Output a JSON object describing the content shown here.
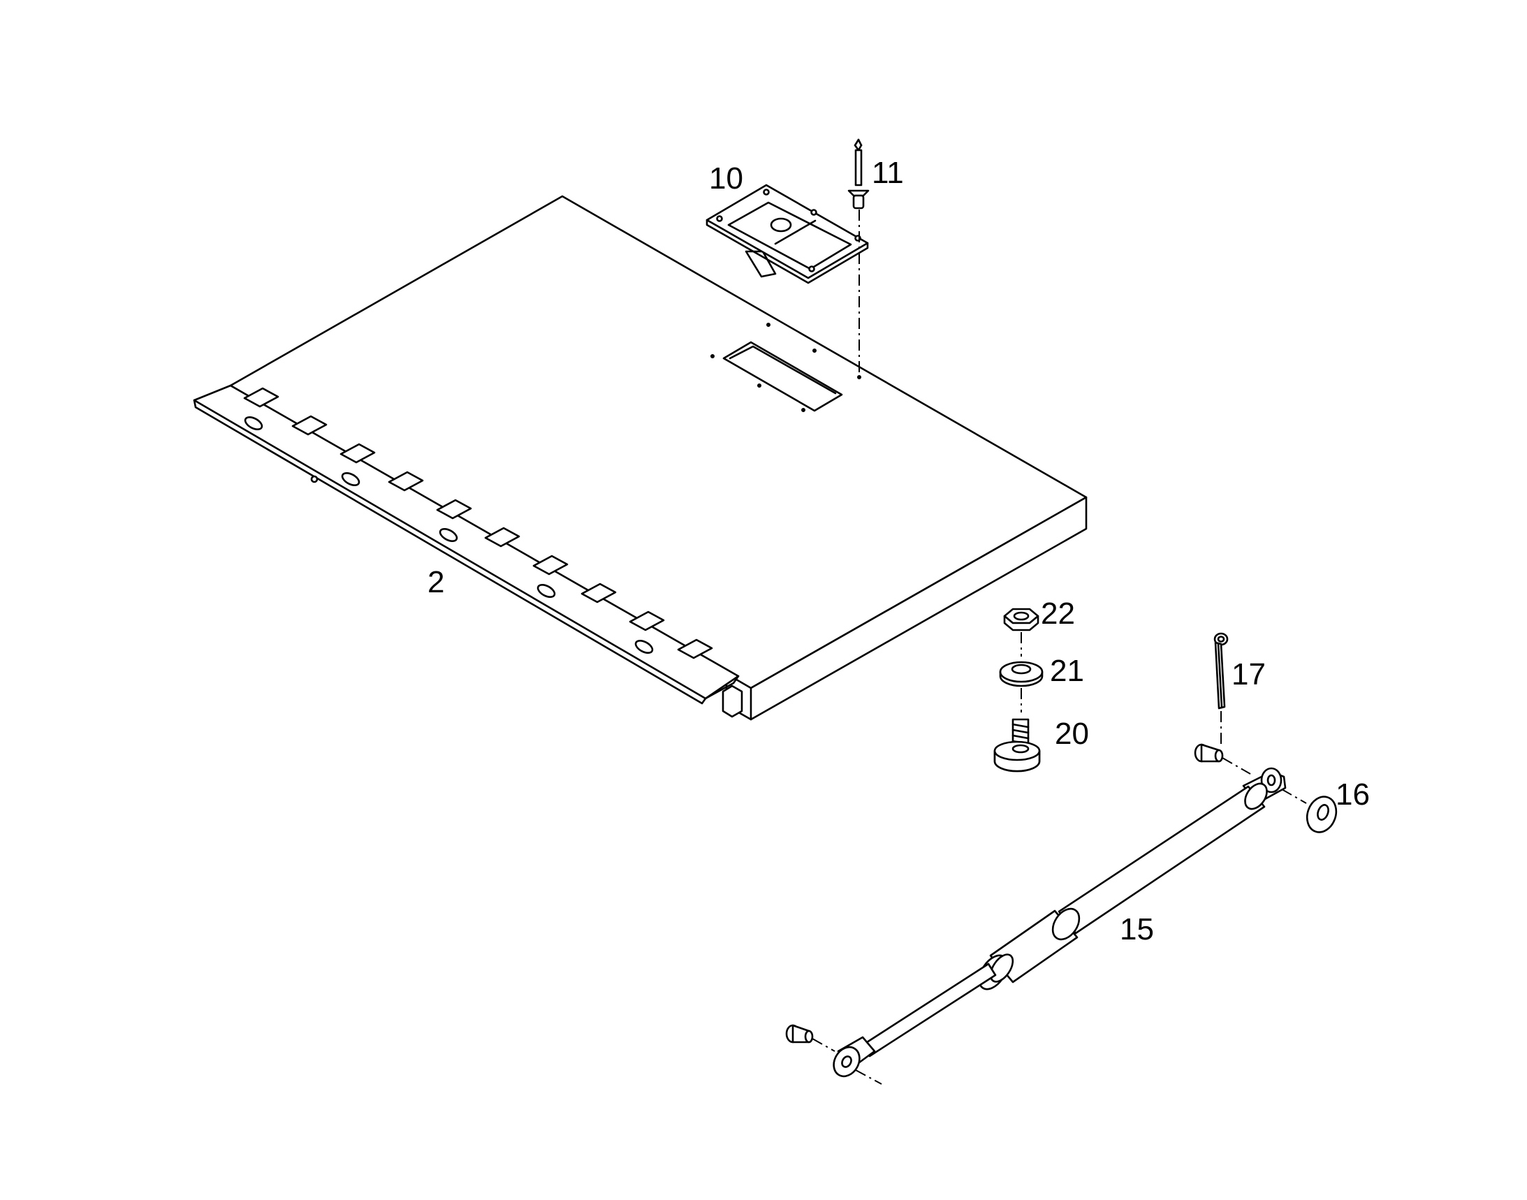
{
  "callouts": {
    "panel": "2",
    "latch": "10",
    "rivet": "11",
    "gas_spring": "15",
    "washer_large": "16",
    "cotter_pin": "17",
    "rubber_bumper": "20",
    "washer": "21",
    "nut": "22"
  }
}
